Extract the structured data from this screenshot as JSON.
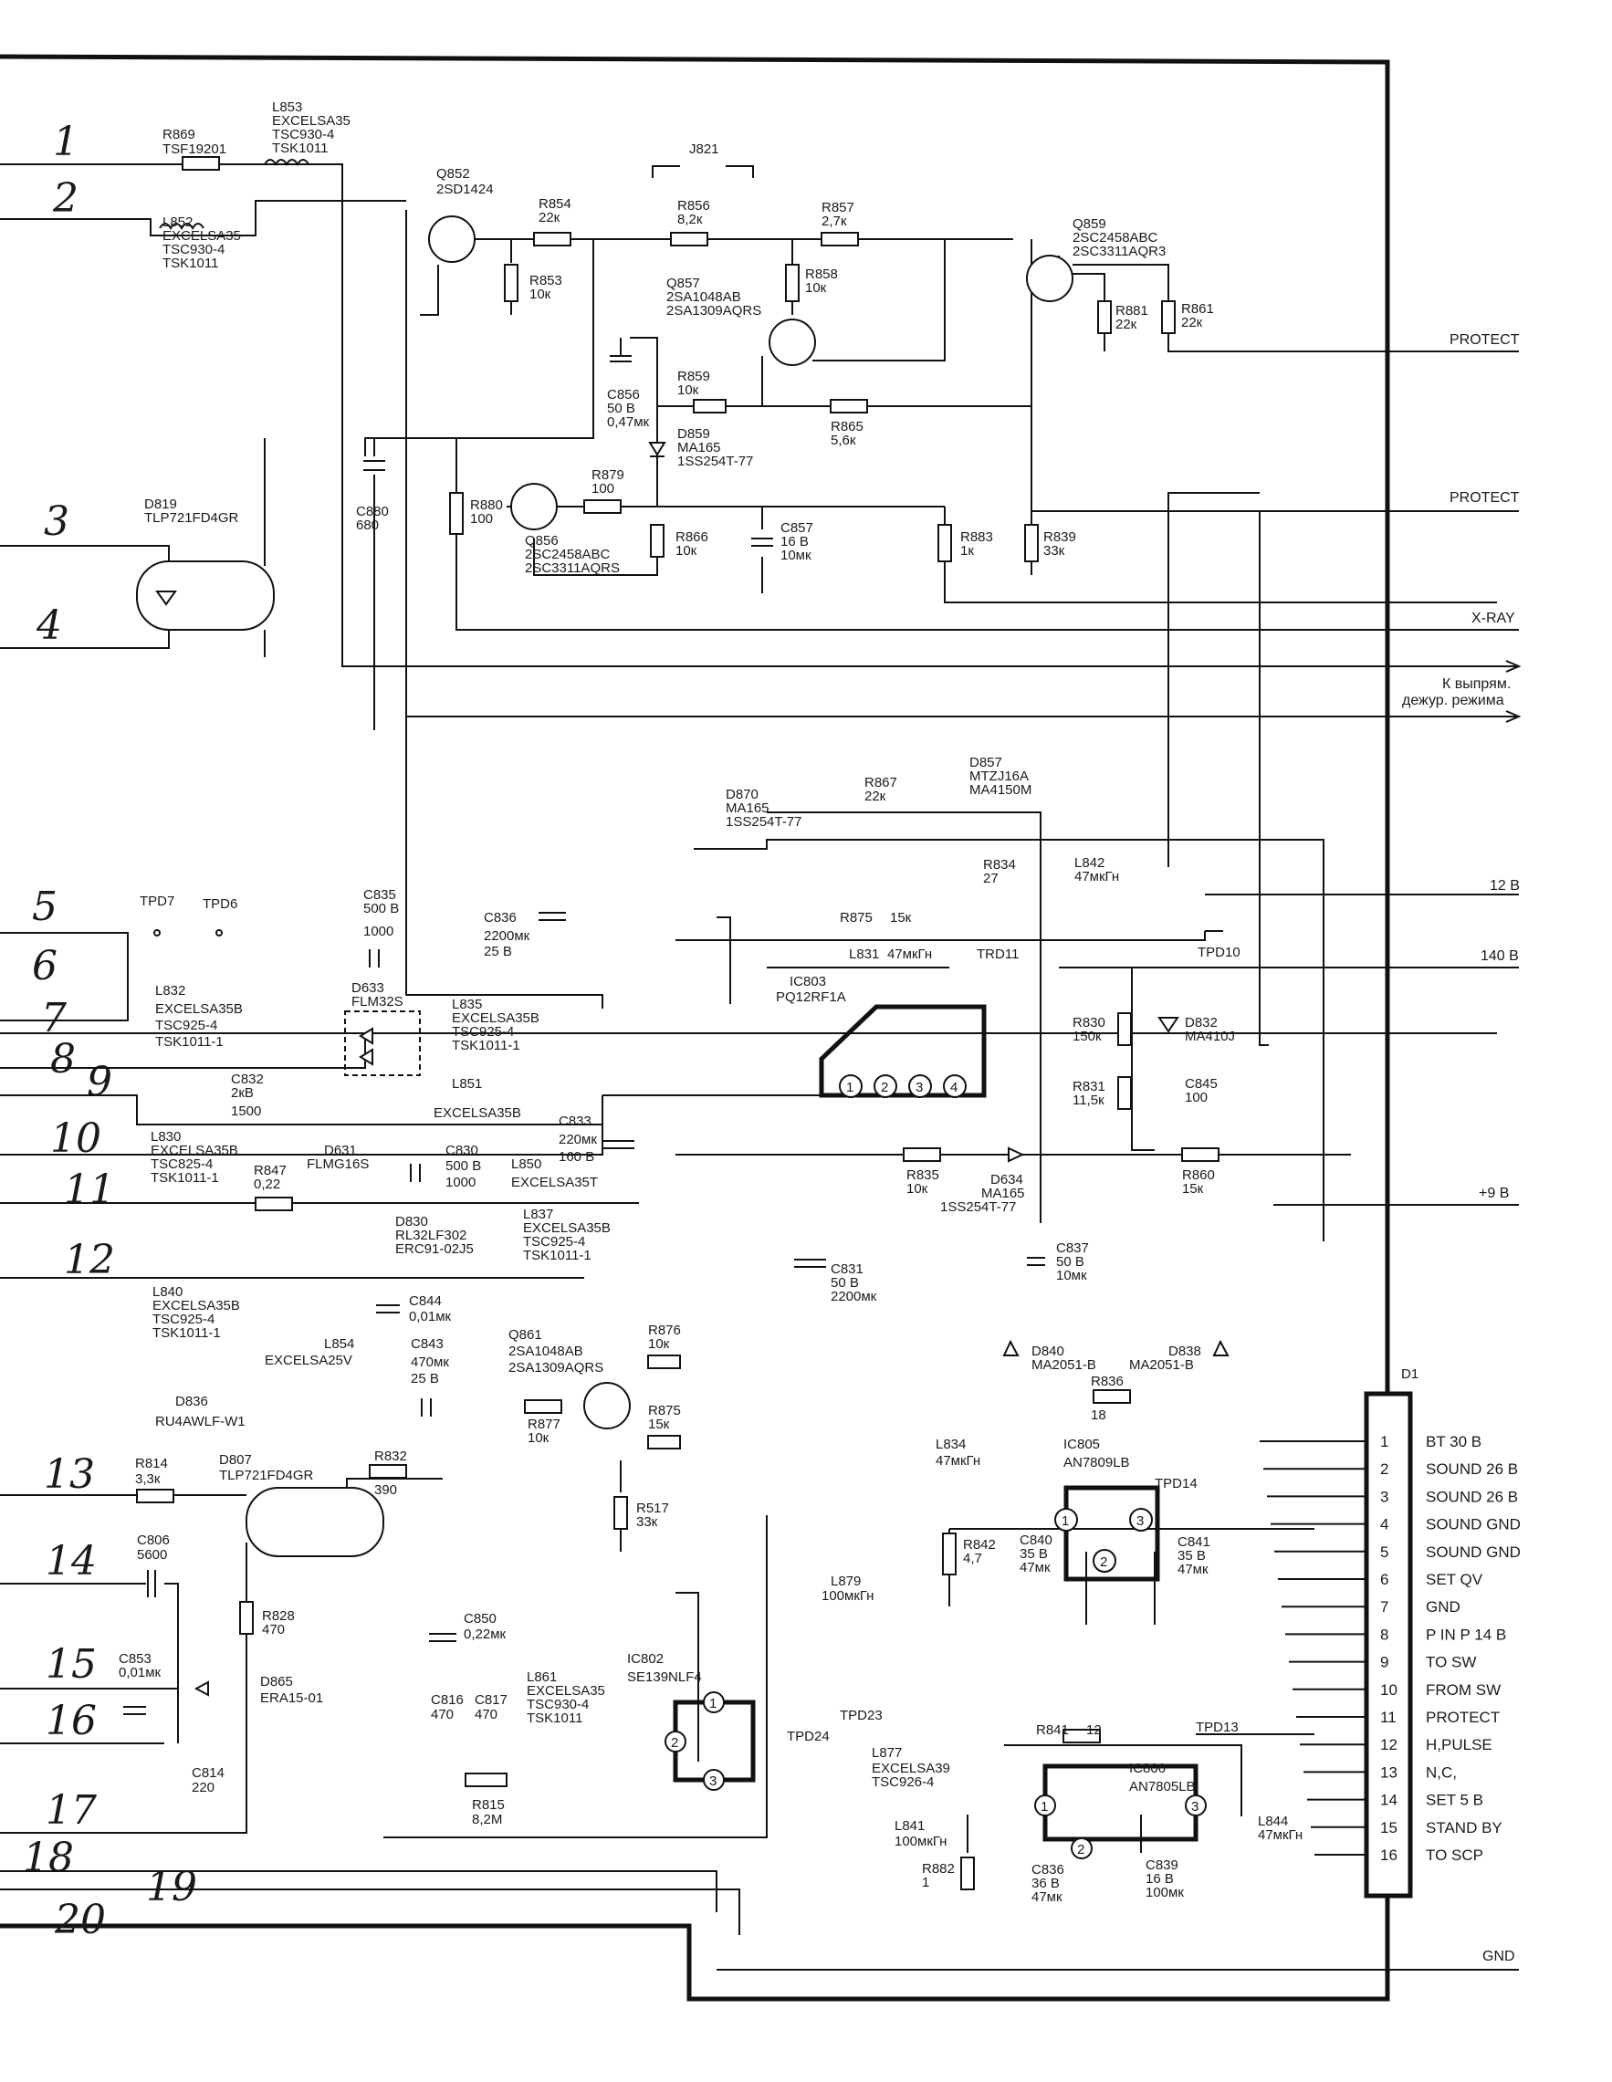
{
  "handwritten_numbers": [
    "1",
    "2",
    "3",
    "4",
    "5",
    "6",
    "7",
    "8",
    "9",
    "10",
    "11",
    "12",
    "13",
    "14",
    "15",
    "16",
    "17",
    "18",
    "19",
    "20"
  ],
  "components": {
    "R869": [
      "R869",
      "TSF19201"
    ],
    "L853": [
      "L853",
      "EXCELSA35",
      "TSC930-4",
      "TSK1011"
    ],
    "L852": [
      "L852",
      "EXCELSA35",
      "TSC930-4",
      "TSK1011"
    ],
    "J821": [
      "J821"
    ],
    "Q852": [
      "Q852",
      "2SD1424"
    ],
    "R854": [
      "R854",
      "22к"
    ],
    "R853": [
      "R853",
      "10к"
    ],
    "R856": [
      "R856",
      "8,2к"
    ],
    "R857": [
      "R857",
      "2,7к"
    ],
    "R858": [
      "R858",
      "10к"
    ],
    "Q857": [
      "Q857",
      "2SA1048AB",
      "2SA1309AQRS"
    ],
    "Q859": [
      "Q859",
      "2SC2458ABC",
      "2SC3311AQR3"
    ],
    "R881": [
      "R881",
      "22к"
    ],
    "R861": [
      "R861",
      "22к"
    ],
    "C856": [
      "C856",
      "50 В",
      "0,47мк"
    ],
    "R859": [
      "R859",
      "10к"
    ],
    "R865": [
      "R865",
      "5,6к"
    ],
    "D859": [
      "D859",
      "MA165",
      "1SS254T-77"
    ],
    "C880": [
      "C880",
      "680"
    ],
    "R880": [
      "R880",
      "100"
    ],
    "R879": [
      "R879",
      "100"
    ],
    "Q856": [
      "Q856",
      "2SC2458ABC",
      "2SC3311AQRS"
    ],
    "R866": [
      "R866",
      "10к"
    ],
    "C857": [
      "C857",
      "16 В",
      "10мк"
    ],
    "R883": [
      "R883",
      "1к"
    ],
    "R839": [
      "R839",
      "33к"
    ],
    "D819": [
      "D819",
      "TLP721FD4GR"
    ],
    "D870": [
      "D870",
      "MA165",
      "1SS254T-77"
    ],
    "R867": [
      "R867",
      "22к"
    ],
    "D857": [
      "D857",
      "MTZJ16A",
      "MA4150M"
    ],
    "R834": [
      "R834",
      "27"
    ],
    "L842": [
      "L842",
      "47мкГн"
    ],
    "R875a": [
      "R875",
      "15к"
    ],
    "L831": [
      "L831",
      "47мкГн"
    ],
    "TRD11": [
      "TRD11"
    ],
    "TPD10": [
      "TPD10"
    ],
    "TPD7": [
      "TPD7"
    ],
    "TPD6": [
      "TPD6"
    ],
    "C835": [
      "C835",
      "500 В",
      "1000"
    ],
    "C836a": [
      "C836",
      "2200мк",
      "25 В"
    ],
    "D633": [
      "D633",
      "FLM32S"
    ],
    "L832": [
      "L832",
      "EXCELSA35B",
      "TSC925-4",
      "TSK1011-1"
    ],
    "L835": [
      "L835",
      "EXCELSA35B",
      "TSC925-4",
      "TSK1011-1"
    ],
    "IC803": [
      "IC803",
      "PQ12RF1A"
    ],
    "R830": [
      "R830",
      "150к"
    ],
    "D832": [
      "D832",
      "MA410J"
    ],
    "R831": [
      "R831",
      "11,5к"
    ],
    "C845": [
      "C845",
      "100"
    ],
    "C832": [
      "C832",
      "2кВ",
      "1500"
    ],
    "L851": [
      "L851",
      "EXCELSA35B"
    ],
    "C833": [
      "C833",
      "220мк",
      "160 В"
    ],
    "L830": [
      "L830",
      "EXCELSA35B",
      "TSC825-4",
      "TSK1011-1"
    ],
    "D631": [
      "D631",
      "FLMG16S"
    ],
    "R847": [
      "R847",
      "0,22"
    ],
    "C830": [
      "C830",
      "500 В",
      "1000"
    ],
    "L850": [
      "L850",
      "EXCELSA35T"
    ],
    "R835": [
      "R835",
      "10к"
    ],
    "D634": [
      "D634",
      "MA165",
      "1SS254T-77"
    ],
    "R860": [
      "R860",
      "15к"
    ],
    "D830": [
      "D830",
      "RL32LF302",
      "ERC91-02J5"
    ],
    "L837": [
      "L837",
      "EXCELSA35B",
      "TSC925-4",
      "TSK1011-1"
    ],
    "C837": [
      "C837",
      "50 В",
      "10мк"
    ],
    "C831": [
      "C831",
      "50 В",
      "2200мк"
    ],
    "L840": [
      "L840",
      "EXCELSA35B",
      "TSC925-4",
      "TSK1011-1"
    ],
    "C844": [
      "C844",
      "0,01мк"
    ],
    "L854": [
      "L854",
      "EXCELSA25V"
    ],
    "C843": [
      "C843",
      "470мк",
      "25 В"
    ],
    "Q861": [
      "Q861",
      "2SA1048AB",
      "2SA1309AQRS"
    ],
    "R876": [
      "R876",
      "10к"
    ],
    "R877": [
      "R877",
      "10к"
    ],
    "R875b": [
      "R875",
      "15к"
    ],
    "D836": [
      "D836",
      "RU4AWLF-W1"
    ],
    "D840": [
      "D840",
      "MA2051-B"
    ],
    "D838": [
      "D838",
      "MA2051-B"
    ],
    "R836": [
      "R836",
      "18"
    ],
    "IC805": [
      "IC805",
      "AN7809LB"
    ],
    "L834": [
      "L834",
      "47мкГн"
    ],
    "TPD14": [
      "TPD14"
    ],
    "R814": [
      "R814",
      "3,3к"
    ],
    "D807": [
      "D807",
      "TLP721FD4GR"
    ],
    "R832": [
      "R832",
      "390"
    ],
    "R517": [
      "R517",
      "33к"
    ],
    "R842": [
      "R842",
      "4,7"
    ],
    "C840": [
      "C840",
      "35 В",
      "47мк"
    ],
    "C841": [
      "C841",
      "35 В",
      "47мк"
    ],
    "C806": [
      "C806",
      "5600"
    ],
    "R828": [
      "R828",
      "470"
    ],
    "C850": [
      "C850",
      "0,22мк"
    ],
    "L879": [
      "L879",
      "100мкГн"
    ],
    "C853": [
      "C853",
      "0,01мк"
    ],
    "D865": [
      "D865",
      "ERA15-01"
    ],
    "IC802": [
      "IC802",
      "SE139NLF4"
    ],
    "TPD23": [
      "TPD23"
    ],
    "TPD24": [
      "TPD24"
    ],
    "C816": [
      "C816",
      "470"
    ],
    "C817": [
      "C817",
      "470"
    ],
    "L861": [
      "L861",
      "EXCELSA35",
      "TSC930-4",
      "TSK1011"
    ],
    "R815": [
      "R815",
      "8,2M"
    ],
    "C814": [
      "C814",
      "220"
    ],
    "R841": [
      "R841",
      "12"
    ],
    "TPD13": [
      "TPD13"
    ],
    "L877": [
      "L877",
      "EXCELSA39",
      "TSC926-4"
    ],
    "IC806": [
      "IC806",
      "AN7805LB"
    ],
    "L841": [
      "L841",
      "100мкГн"
    ],
    "L844": [
      "L844",
      "47мкГн"
    ],
    "R882": [
      "R882",
      "1"
    ],
    "C836b": [
      "C836",
      "36 В",
      "47мк"
    ],
    "C839": [
      "C839",
      "16 В",
      "100мк"
    ]
  },
  "net_labels": {
    "protect1": "PROTECT",
    "protect2": "PROTECT",
    "xray": "X-RAY",
    "standby_line1": "К выпрям.",
    "standby_line2": "дежур. режима",
    "v12": "12 В",
    "v140": "140 В",
    "v9": "+9 В",
    "gnd": "GND"
  },
  "connector": {
    "name": "D1",
    "pins": [
      {
        "num": "1",
        "label": "BT 30 B"
      },
      {
        "num": "2",
        "label": "SOUND 26 B"
      },
      {
        "num": "3",
        "label": "SOUND 26 B"
      },
      {
        "num": "4",
        "label": "SOUND GND"
      },
      {
        "num": "5",
        "label": "SOUND GND"
      },
      {
        "num": "6",
        "label": "SET QV"
      },
      {
        "num": "7",
        "label": "GND"
      },
      {
        "num": "8",
        "label": "P IN P 14 B"
      },
      {
        "num": "9",
        "label": "TO SW"
      },
      {
        "num": "10",
        "label": "FROM SW"
      },
      {
        "num": "11",
        "label": "PROTECT"
      },
      {
        "num": "12",
        "label": "H,PULSE"
      },
      {
        "num": "13",
        "label": "N,C,"
      },
      {
        "num": "14",
        "label": "SET 5 B"
      },
      {
        "num": "15",
        "label": "STAND BY"
      },
      {
        "num": "16",
        "label": "TO SCP"
      }
    ]
  },
  "ic_pins": {
    "ic803": [
      "1",
      "2",
      "3",
      "4"
    ],
    "ic805": [
      "1",
      "2",
      "3"
    ],
    "ic806": [
      "1",
      "2",
      "3"
    ],
    "ic802": [
      "1",
      "2",
      "3"
    ]
  }
}
